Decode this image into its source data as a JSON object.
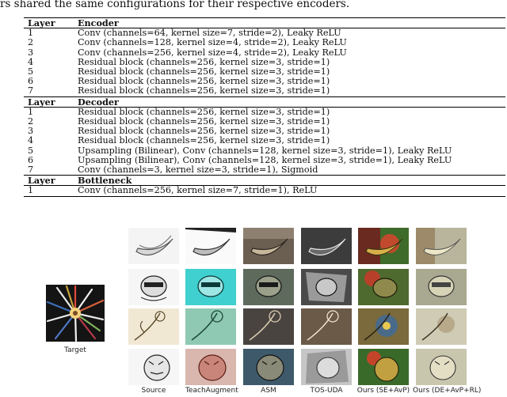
{
  "caption_fragment": "rs shared the same configurations for their respective encoders.",
  "table": {
    "header_col": "Layer",
    "sections": [
      {
        "title": "Encoder",
        "rows": [
          [
            "1",
            "Conv (channels=64, kernel size=7, stride=2), Leaky ReLU"
          ],
          [
            "2",
            "Conv (channels=128, kernel size=4, stride=2), Leaky ReLU"
          ],
          [
            "3",
            "Conv (channels=256, kernel size=4, stride=2), Leaky ReLU"
          ],
          [
            "4",
            "Residual block (channels=256, kernel size=3, stride=1)"
          ],
          [
            "5",
            "Residual block (channels=256, kernel size=3, stride=1)"
          ],
          [
            "6",
            "Residual block (channels=256, kernel size=3, stride=1)"
          ],
          [
            "7",
            "Residual block (channels=256, kernel size=3, stride=1)"
          ]
        ]
      },
      {
        "title": "Decoder",
        "rows": [
          [
            "1",
            "Residual block (channels=256, kernel size=3, stride=1)"
          ],
          [
            "2",
            "Residual block (channels=256, kernel size=3, stride=1)"
          ],
          [
            "3",
            "Residual block (channels=256, kernel size=3, stride=1)"
          ],
          [
            "4",
            "Residual block (channels=256, kernel size=3, stride=1)"
          ],
          [
            "5",
            "Upsampling (Bilinear), Conv (channels=128, kernel size=3, stride=1), Leaky ReLU"
          ],
          [
            "6",
            "Upsampling (Bilinear), Conv (channels=128, kernel size=3, stride=1), Leaky ReLU"
          ],
          [
            "7",
            "Conv (channels=3, kernel size=3, stride=1), Sigmoid"
          ]
        ]
      },
      {
        "title": "Bottleneck",
        "rows": [
          [
            "1",
            "Conv (channels=256, kernel size=7, stride=1), ReLU"
          ]
        ]
      }
    ]
  },
  "figure": {
    "target_label": "Target",
    "columns": [
      "Source",
      "TeachAugment",
      "ASM",
      "TOS-UDA",
      "Ours (SE+AvP)",
      "Ours (DE+AvP+RL)"
    ],
    "rows": [
      "banana",
      "raccoon",
      "flower",
      "tiger"
    ]
  }
}
